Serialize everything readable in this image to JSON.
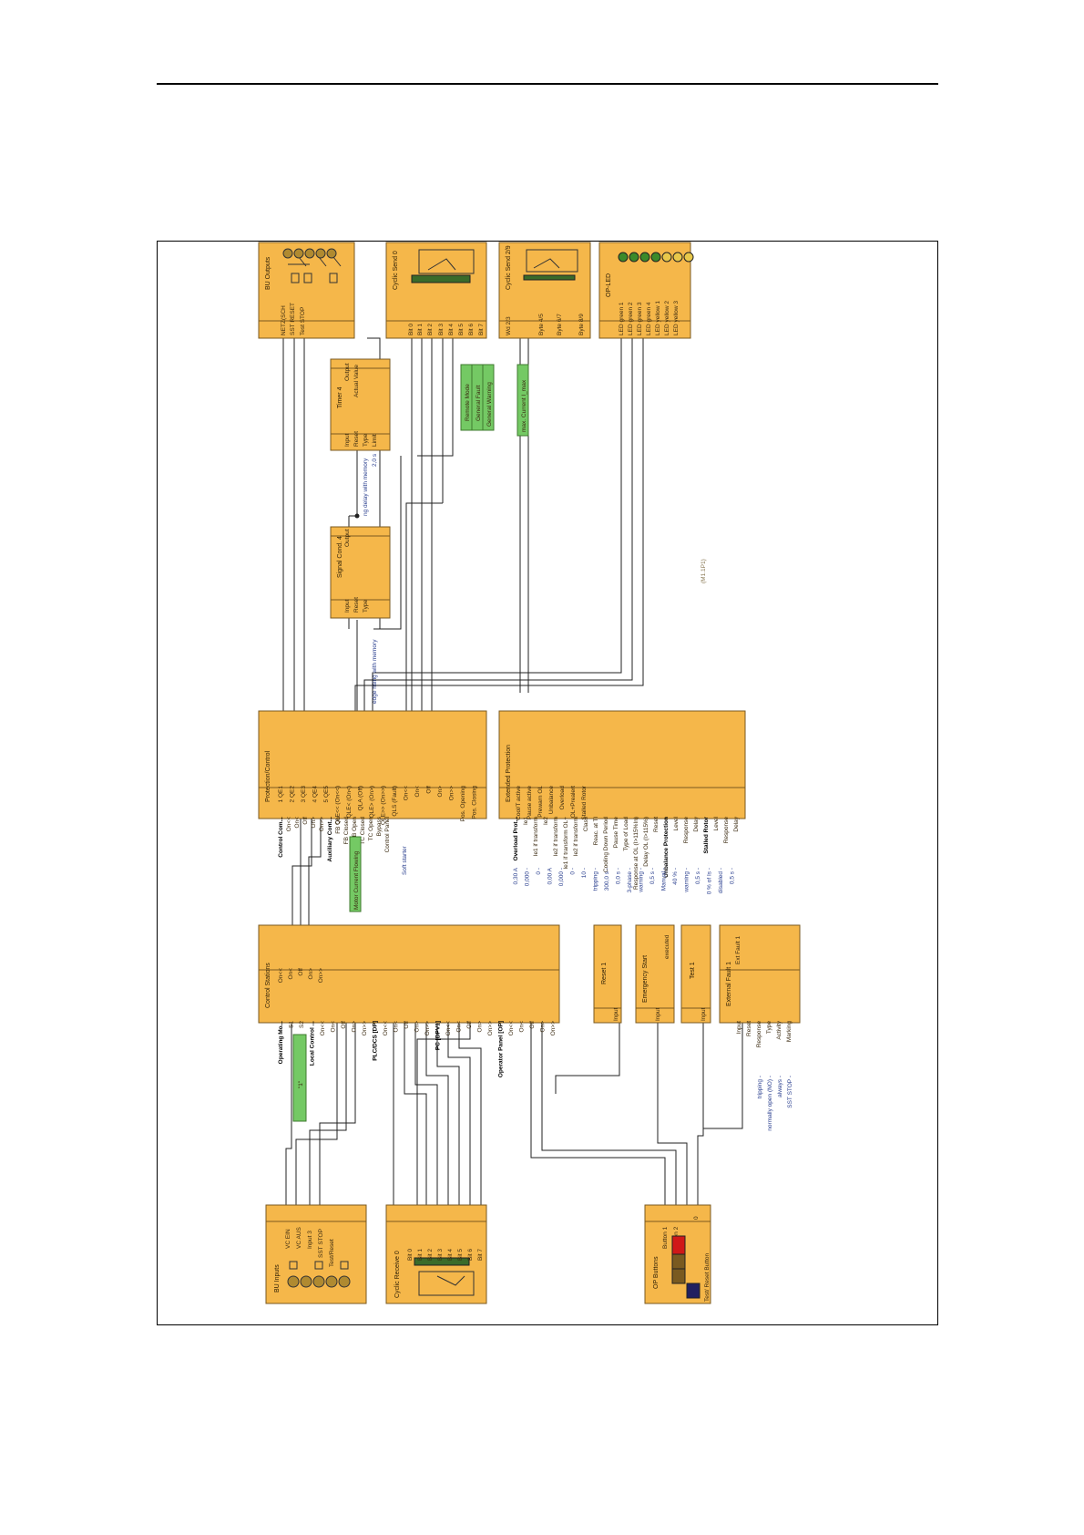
{
  "blocks": {
    "bu_outputs": {
      "title": "BU Outputs",
      "ports": [
        "NETZ(SCH",
        "SST RESET",
        "Test STOP"
      ]
    },
    "cyclic_send_0": {
      "title": "Cyclic Send 0",
      "ports": [
        "Bit 0",
        "Bit 1",
        "Bit 2",
        "Bit 3",
        "Bit 4",
        "Bit 5",
        "Bit 6",
        "Bit 7"
      ]
    },
    "cyclic_send_2_9": {
      "title": "Cyclic Send 2/9",
      "ports": [
        "Wd 2/3",
        "Byte 4/5",
        "Byte 6/7",
        "Byte 8/9"
      ]
    },
    "op_led": {
      "title": "OP-LED",
      "ports": [
        "LED green 1",
        "LED green 2",
        "LED green 3",
        "LED green 4",
        "LED yellow 1",
        "LED yellow 2",
        "LED yellow 3"
      ]
    },
    "timer_4": {
      "title": "Timer 4",
      "inputs": [
        "Input",
        "Reset",
        "Type",
        "Limit"
      ],
      "outputs": [
        "Output",
        "Actual Value"
      ],
      "params": [
        "ng delay with memory",
        "2,0 s"
      ]
    },
    "signal_cond_4": {
      "title": "Signal Cond. 4",
      "inputs": [
        "Input",
        "Reset",
        "Type"
      ],
      "outputs": [
        "Output"
      ],
      "params": [
        "edge rising with memory"
      ]
    },
    "protection_control": {
      "title": "Protection/Control",
      "left": [
        "Control Com...",
        "On<<",
        "On<",
        "Off",
        "On>",
        "On>>",
        "Auxiliary Cont...",
        "FB On",
        "FB Closed",
        "FB Open",
        "TC Closed",
        "TC Open",
        "Bypass",
        "Control Panel"
      ],
      "right": [
        "1 QE1",
        "2 QE2",
        "3 QE3",
        "4 QE4",
        "5 QE5",
        "QLE<< (On<<)",
        "QLE< (On<)",
        "QLA (Off)",
        "QLE> (On>)",
        "QLE>> (On>>)",
        "QLS (Fault)",
        "On<<",
        "On<",
        "Off",
        "On>",
        "On>>",
        "Pos. Opening",
        "Pos. Closing"
      ],
      "params": [
        "Soft starter"
      ]
    },
    "extended_protection": {
      "title": "Extended Protection",
      "left": [
        "Overload Prot...",
        "Ie1",
        "Ie1 if transform",
        "Ie2",
        "Ie2 if transform",
        "Ie1 if transform OL+",
        "Ie2 if transform",
        "Class",
        "Reac. at Tl",
        "Cooling Down Period",
        "Pause Time",
        "Type of Load",
        "Response at OL (I>115%In)",
        "Delay OL (I>115%)",
        "Reset",
        "Unbalance Protection",
        "Level",
        "Response",
        "Delay",
        "Stalled Rotor",
        "Level",
        "Response",
        "Delay"
      ],
      "right": [
        "Cool/T active",
        "Pause active",
        "Prewarn OL",
        "Unbalance",
        "Overload",
        "OL+Prealert",
        "Stalled Rotor"
      ],
      "params": [
        "0,30 A",
        "0,000 -",
        "0 -",
        "0,00 A",
        "0,000 -",
        "0 -",
        "10 -",
        "tripping -",
        "300,0 s -",
        "0,0 s -",
        "3-phase -",
        "warning -",
        "0,5 s -",
        "Manual -",
        "40 % -",
        "warning -",
        "0,5 s -",
        "0 % of Is -",
        "disabled -",
        "0,5 s -"
      ]
    },
    "control_stations": {
      "title": "Control Stations",
      "left": [
        "Operating Mo...",
        "S1",
        "S2",
        "Local Control ...",
        "On<<",
        "On<",
        "Off",
        "On>",
        "On>>",
        "PLC/DCS [DP]",
        "On<<",
        "On<",
        "Off",
        "On>",
        "On>>",
        "PC [DPV1]",
        "On<<",
        "On<",
        "Off",
        "On>",
        "On>>",
        "Operator Panel [OP]",
        "On<<",
        "On<",
        "Off",
        "On>",
        "On>>"
      ],
      "right": [
        "On<<",
        "On<",
        "Off",
        "On>",
        "On>>"
      ]
    },
    "reset_1": {
      "title": "Reset 1",
      "inputs": [
        "Input"
      ]
    },
    "emergency_start": {
      "title": "Emergency Start",
      "inputs": [
        "Input"
      ],
      "outputs": [
        "executed"
      ]
    },
    "test_1": {
      "title": "Test 1",
      "inputs": [
        "Input"
      ]
    },
    "external_fault_1": {
      "title": "External Fault 1",
      "inputs": [
        "Input",
        "Reset",
        "Response",
        "Type",
        "Activity",
        "Marking"
      ],
      "outputs": [
        "Ext Fault 1"
      ],
      "params": [
        "tripping -",
        "normally open (NO) -",
        "always -",
        "SST STOP -"
      ]
    },
    "bu_inputs": {
      "title": "BU Inputs",
      "ports": [
        "VC EIN",
        "VC AUS",
        "Input 3",
        "SST STOP",
        "Test/Reset"
      ]
    },
    "cyclic_receive_0": {
      "title": "Cyclic Receive 0",
      "ports": [
        "Bit 0",
        "Bit 1",
        "Bit 2",
        "Bit 3",
        "Bit 4",
        "Bit 5",
        "Bit 6",
        "Bit 7"
      ]
    },
    "op_buttons": {
      "title": "OP Buttons",
      "ports": [
        "Button 1",
        "Button 2",
        "0",
        "Test/ Reset Button"
      ]
    }
  },
  "green_labels": [
    "Remote Mode",
    "General Fault",
    "General Warning",
    "max. Current I_max",
    "Motor Current Flowing",
    "\"1\""
  ],
  "side_note": "(M1.1P1)",
  "colors": {
    "block": "#f5b74a",
    "green": "#74c964",
    "wire": "#222222",
    "led_green": "#3c8a2a",
    "led_yellow": "#e8c84a",
    "button_red": "#d01818",
    "button_navy": "#202060"
  }
}
